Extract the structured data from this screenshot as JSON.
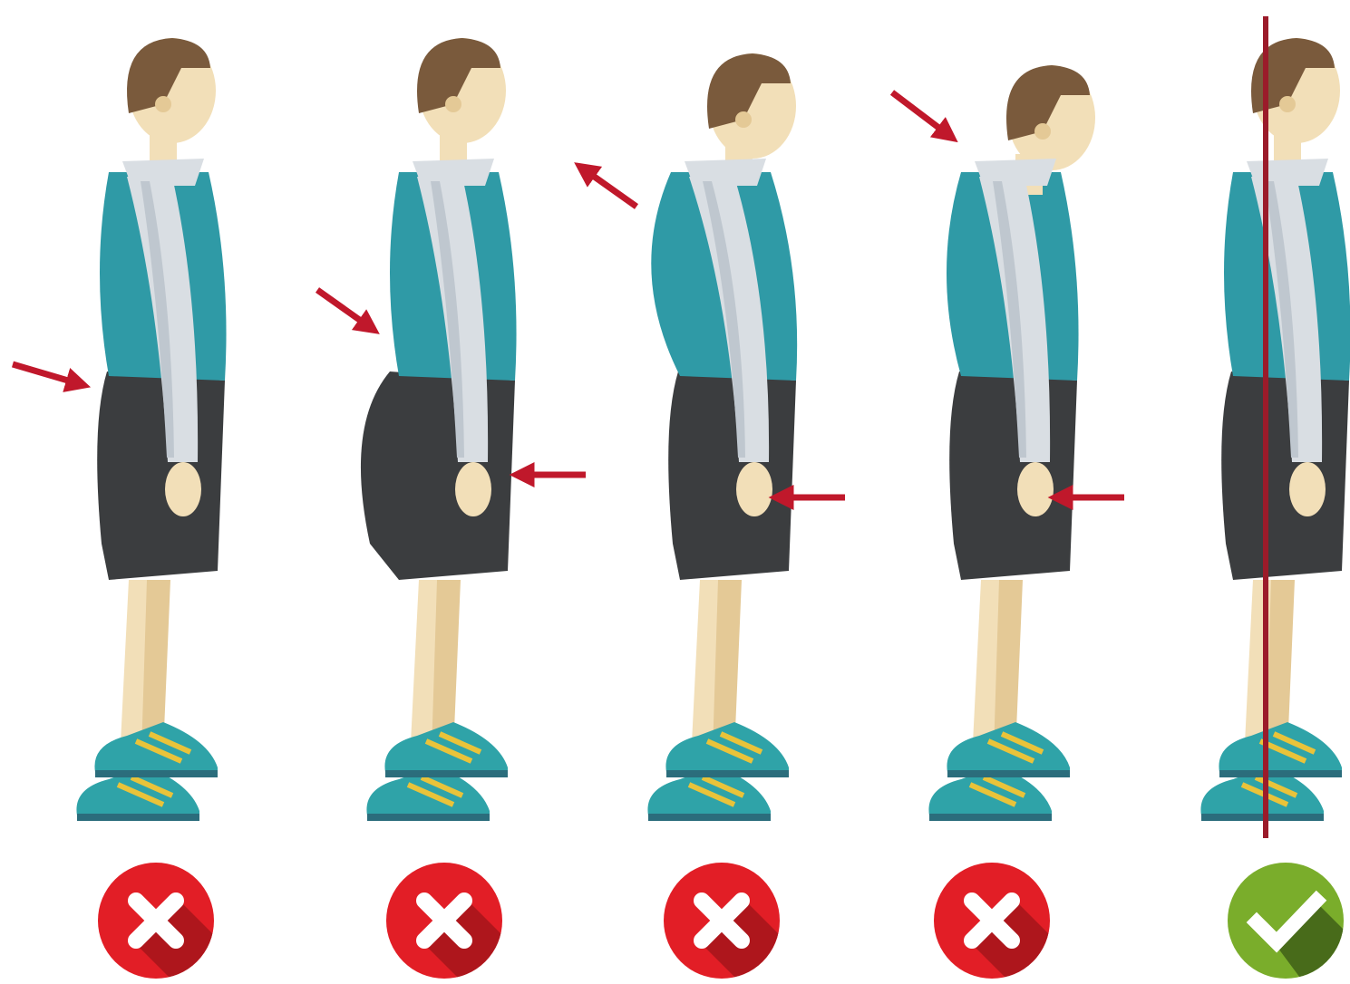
{
  "colors": {
    "background": "#ffffff",
    "skin": "#f2dfb8",
    "skin_shadow": "#e4c996",
    "hair": "#7a5a3c",
    "shirt_teal": "#2f9aa6",
    "sleeve": "#d9dee3",
    "sleeve_shade": "#bfc7cf",
    "shorts": "#3b3d3f",
    "shoe_teal": "#2fa3a8",
    "shoe_yellow": "#e9c33a",
    "shoe_sole": "#2b6d7c",
    "arrow_red": "#c0182b",
    "plumb_line": "#9b1b2a",
    "bad_badge": "#e21e26",
    "bad_badge_shadow": "#a5151b",
    "good_badge": "#7aad2b",
    "good_badge_shadow": "#3f5f18"
  },
  "figures": [
    {
      "id": "flat-back",
      "verdict": "bad",
      "icon": "cross-icon",
      "arrows": [
        "lower-back"
      ]
    },
    {
      "id": "sway-back",
      "verdict": "bad",
      "icon": "cross-icon",
      "arrows": [
        "buttocks",
        "hip-front"
      ]
    },
    {
      "id": "kyphosis",
      "verdict": "bad",
      "icon": "cross-icon",
      "arrows": [
        "upper-back",
        "hip-front"
      ]
    },
    {
      "id": "forward-head",
      "verdict": "bad",
      "icon": "cross-icon",
      "arrows": [
        "neck",
        "hip-front"
      ]
    },
    {
      "id": "correct-posture",
      "verdict": "good",
      "icon": "checkmark-icon",
      "arrows": [],
      "plumb_line": true
    }
  ]
}
